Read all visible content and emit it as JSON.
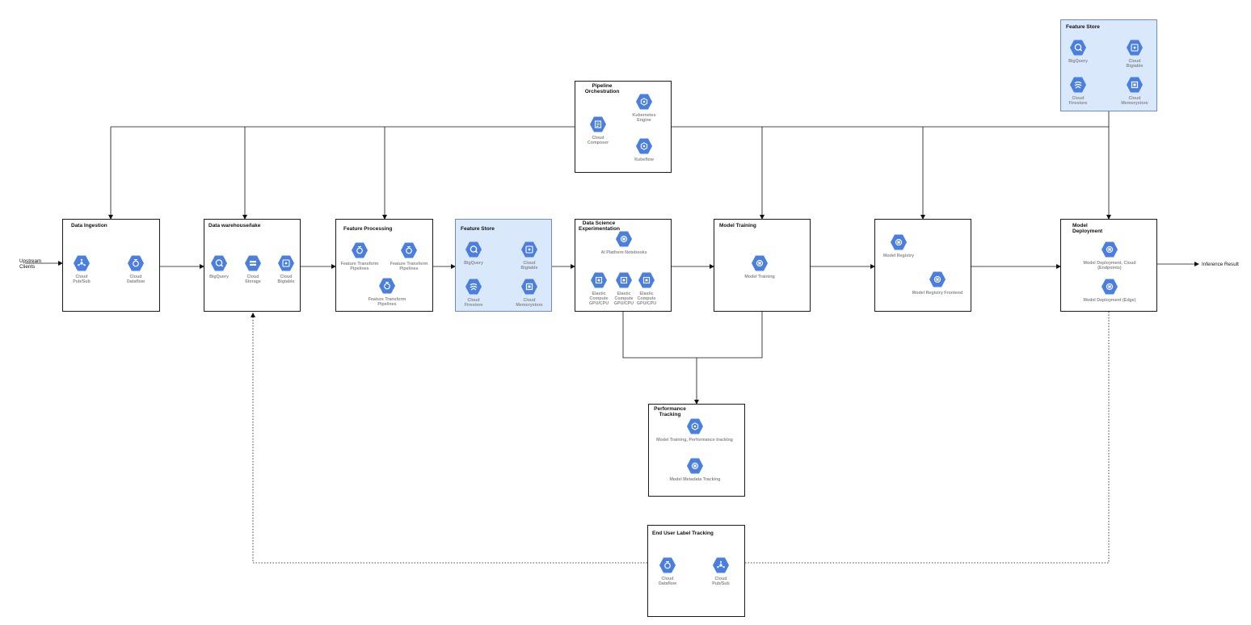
{
  "external": {
    "upstream": "Upstream\nClients",
    "inference": "Inference Result"
  },
  "groups": {
    "pipeline": {
      "title": "Pipeline\nOrchestration",
      "nodes": [
        "Cloud\nComposer",
        "Kubernetes\nEngine",
        "Kubeflow"
      ]
    },
    "feature_store_top": {
      "title": "Feature Store",
      "nodes": [
        "BigQuery",
        "Cloud\nBigtable",
        "Cloud\nFirestore",
        "Cloud\nMemorystore"
      ]
    },
    "ingestion": {
      "title": "Data Ingestion",
      "nodes": [
        "Cloud\nPub/Sub",
        "Cloud\nDataflow"
      ]
    },
    "warehouse": {
      "title": "Data warehouse/lake",
      "nodes": [
        "BigQuery",
        "Cloud\nStorage",
        "Cloud\nBigtable"
      ]
    },
    "feature_processing": {
      "title": "Feature Processing",
      "nodes": [
        "Feature Transform\nPipelines",
        "Feature Transform\nPipelines",
        "Feature Transform\nPipelines"
      ]
    },
    "feature_store_mid": {
      "title": "Feature Store",
      "nodes": [
        "BigQuery",
        "Cloud\nBigtable",
        "Cloud\nFirestore",
        "Cloud\nMemorystore"
      ]
    },
    "ds_experimentation": {
      "title": "Data Science\nExperimentation",
      "nodes": [
        "AI Platform Notebooks",
        "Elastic\nCompute\nGPU/CPU",
        "Elastic\nCompute\nGPU/CPU",
        "Elastic\nCompute\nGPU/CPU"
      ]
    },
    "model_training": {
      "title": "Model Training",
      "nodes": [
        "Model Training"
      ]
    },
    "model_registry": {
      "nodes": [
        "Model Registry",
        "Model Registry Frontend"
      ]
    },
    "model_deployment": {
      "title": "Model\nDeployment",
      "nodes": [
        "Model Deployment, Cloud\n(Endpoints)",
        "Model Deployment (Edge)"
      ]
    },
    "performance_tracking": {
      "title": "Performance\nTracking",
      "nodes": [
        "Model Training, Performance tracking",
        "Model Metadata Tracking"
      ]
    },
    "end_user": {
      "title": "End User Label Tracking",
      "nodes": [
        "Cloud\nDataflow",
        "Cloud\nPub/Sub"
      ]
    }
  },
  "colors": {
    "hex_fill": "#4a7fe0",
    "blue_group": "#dae8fc",
    "label_gray": "#8a8a8a"
  }
}
